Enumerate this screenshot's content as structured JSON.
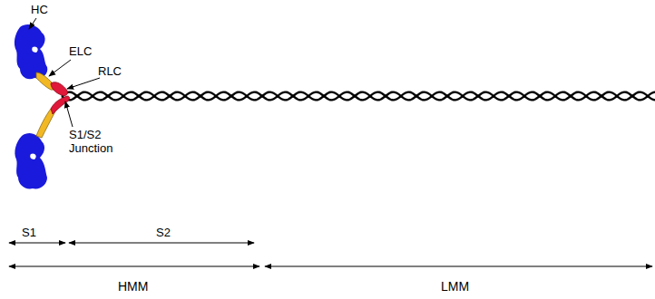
{
  "diagram": {
    "labels": [
      "HC",
      "ELC",
      "RLC",
      "S1/S2 Junction",
      "S1",
      "S2",
      "HMM",
      "LMM"
    ]
  }
}
